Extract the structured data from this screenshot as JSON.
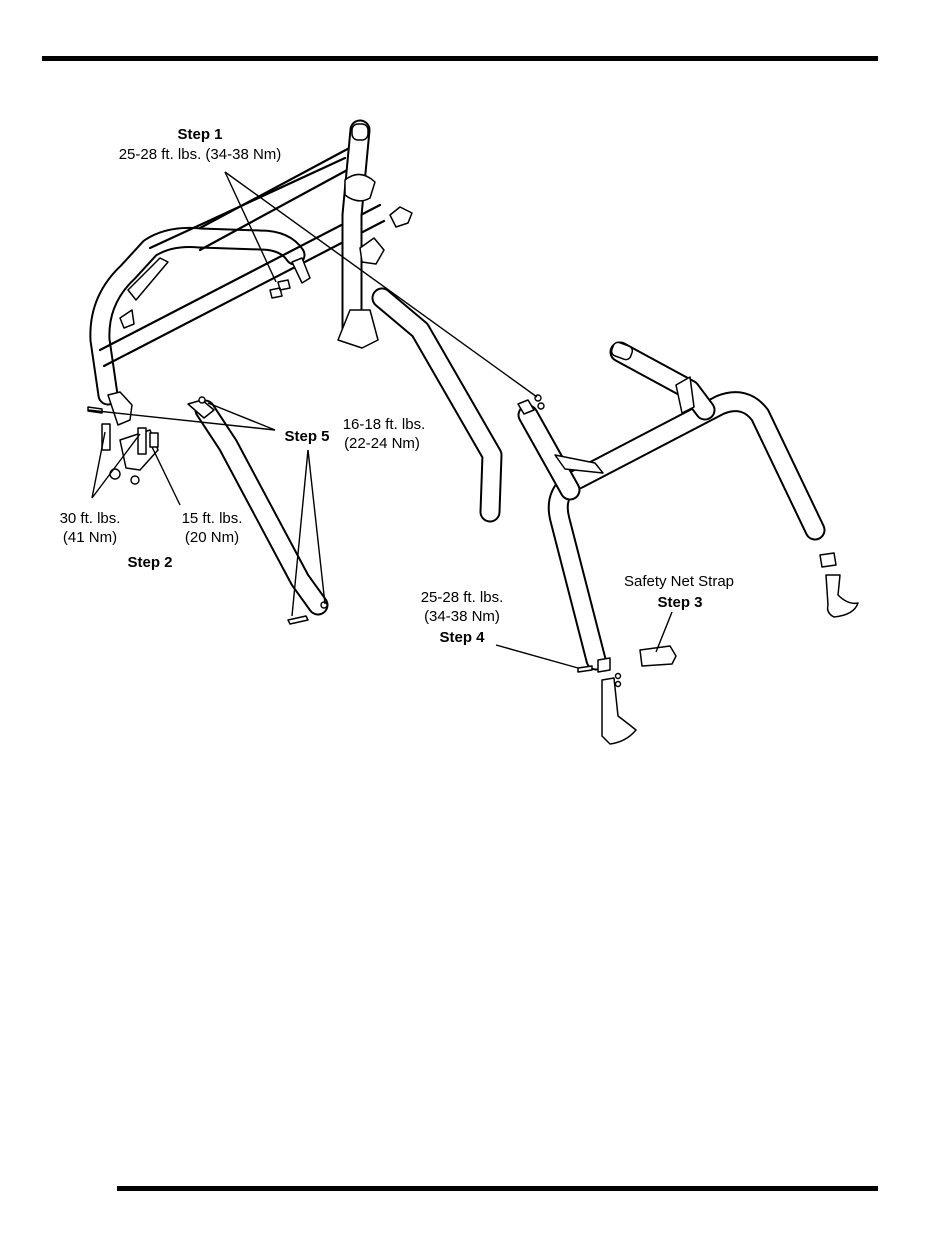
{
  "labels": {
    "step1_title": "Step 1",
    "step1_torque": "25-28 ft. lbs. (34-38 Nm)",
    "step5_title": "Step 5",
    "step5_torque_line1": "16-18 ft. lbs.",
    "step5_torque_line2": "(22-24 Nm)",
    "step2_left_line1": "30 ft. lbs.",
    "step2_left_line2": "(41 Nm)",
    "step2_right_line1": "15 ft. lbs.",
    "step2_right_line2": "(20 Nm)",
    "step2_title": "Step 2",
    "step3_caption": "Safety Net Strap",
    "step3_title": "Step 3",
    "step4_torque_line1": "25-28 ft. lbs.",
    "step4_torque_line2": "(34-38 Nm)",
    "step4_title": "Step 4"
  }
}
